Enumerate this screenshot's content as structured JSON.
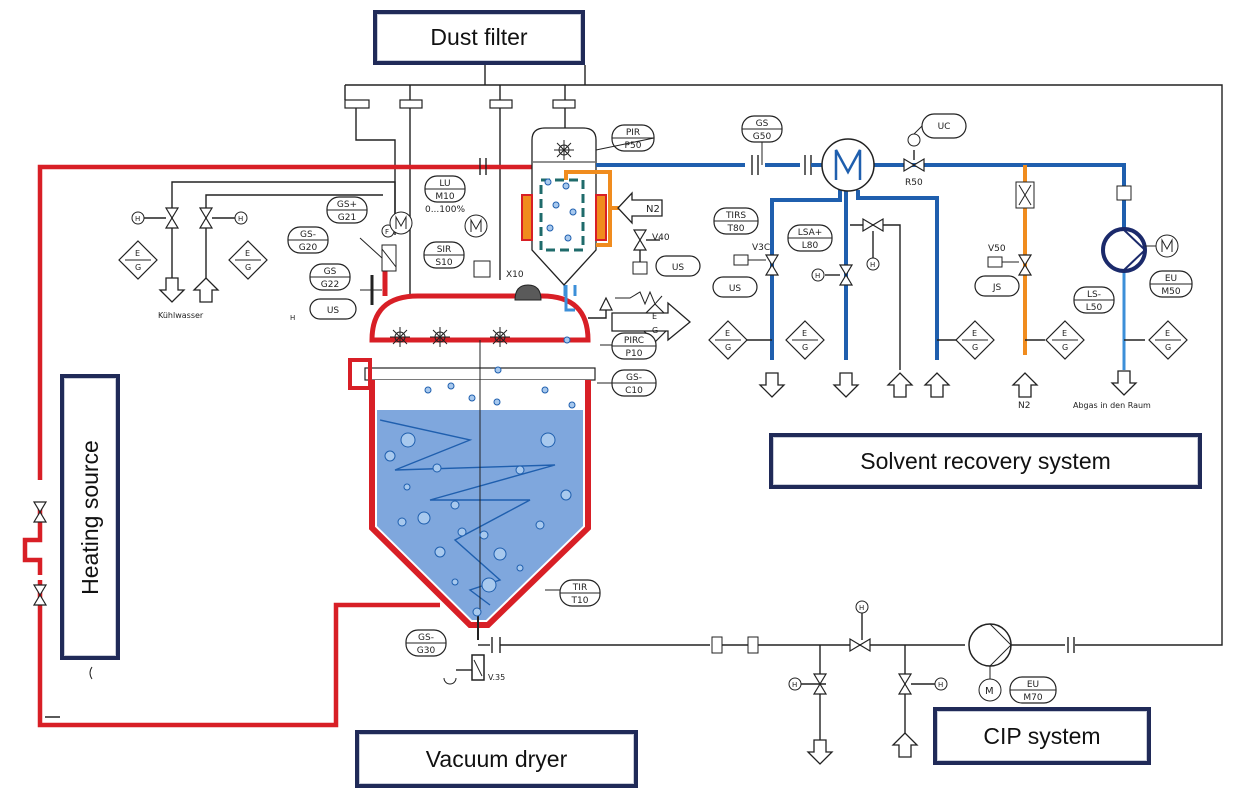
{
  "labels": {
    "dust_filter": "Dust filter",
    "heating_source": "Heating source",
    "solvent_recovery": "Solvent recovery system",
    "vacuum_dryer": "Vacuum dryer",
    "cip_system": "CIP system"
  },
  "tags": {
    "pir_p50": [
      "PIR",
      "P50"
    ],
    "gs_g50": [
      "GS",
      "G50"
    ],
    "uc": [
      "UC",
      ""
    ],
    "lu_m10": [
      "LU",
      "M10"
    ],
    "lu_m10_range": "0...100%",
    "gs_g21": [
      "GS+",
      "G21"
    ],
    "gs_g20": [
      "GS-",
      "G20"
    ],
    "gs_g22": [
      "GS",
      "G22"
    ],
    "us_left": [
      "US",
      ""
    ],
    "sir_s10": [
      "SIR",
      "S10"
    ],
    "tirs_t80": [
      "TIRS",
      "T80"
    ],
    "lsa_l80": [
      "LSA+",
      "L80"
    ],
    "us_v30": [
      "US",
      ""
    ],
    "us_v40": [
      "US",
      ""
    ],
    "js": [
      "JS",
      ""
    ],
    "eu_m50": [
      "EU",
      "M50"
    ],
    "ls_l50": [
      "LS-",
      "L50"
    ],
    "pirc_p10": [
      "PIRC",
      "P10"
    ],
    "gs_c10": [
      "GS-",
      "C10"
    ],
    "tir_t10": [
      "TIR",
      "T10"
    ],
    "gs_g30": [
      "GS-",
      "G30"
    ],
    "eu_m70": [
      "EU",
      "M70"
    ]
  },
  "small_text": {
    "n2_inlet": "N2",
    "v40": "V40",
    "v30": "V3C",
    "v50": "V50",
    "r50": "R50",
    "x10": "X10",
    "v35": "V.35",
    "kuehlwasser": "Kühlwasser",
    "n2_bottom": "N2",
    "abgas": "Abgas in den Raum",
    "h": "H",
    "e": "E",
    "g": "G",
    "f": "F",
    "motor": "M"
  },
  "colors": {
    "heating_red": "#d81f26",
    "solvent_blue": "#1f5fae",
    "light_blue": "#3c8fd8",
    "nitrogen_orange": "#f08c1e",
    "liquid_fill": "#7fa7dd",
    "label_border": "#202a58"
  }
}
